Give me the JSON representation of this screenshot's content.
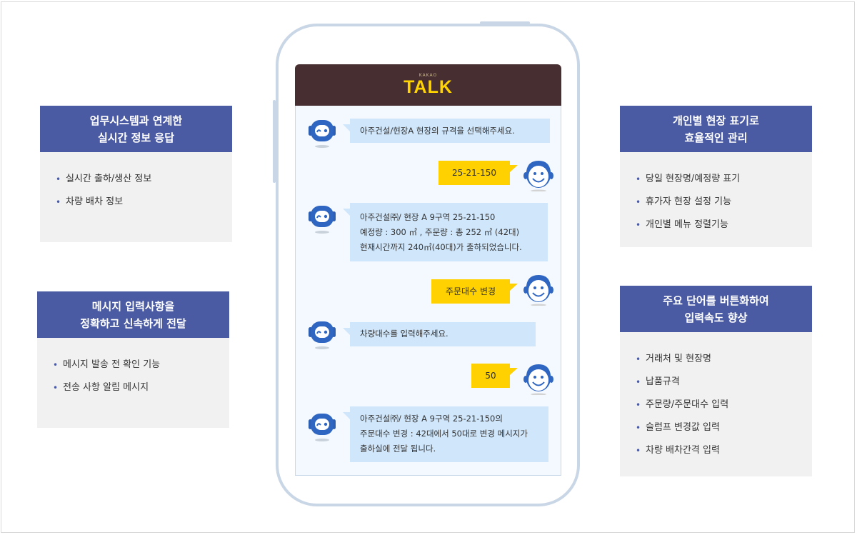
{
  "features": [
    {
      "title": "업무시스템과 연계한\n실시간 정보 응답",
      "items": [
        "실시간 출하/생산 정보",
        "차량 배차 정보"
      ]
    },
    {
      "title": "메시지 입력사항을\n정확하고 신속하게 전달",
      "items": [
        "메시지 발송 전 확인 기능",
        "전송 사항 알림 메시지"
      ]
    },
    {
      "title": "개인별 현장 표기로\n효율적인 관리",
      "items": [
        "당일 현장명/예정량 표기",
        "휴가자 현장 설정 기능",
        "개인별 메뉴 정렬기능"
      ]
    },
    {
      "title": "주요 단어를 버튼화하여\n입력속도 향상",
      "items": [
        "거래처 및 현장명",
        "납품규격",
        "주문량/주문대수 입력",
        "슬럼프 변경값 입력",
        "차량 배차간격 입력"
      ]
    }
  ],
  "phone": {
    "header_small": "KAKAO",
    "header_title": "TALK",
    "messages": [
      {
        "from": "bot",
        "lines": [
          "아주건설/현장A 현장의 규격을 선택해주세요."
        ]
      },
      {
        "from": "user",
        "text": "25-21-150"
      },
      {
        "from": "bot",
        "lines": [
          "아주건설㈜/ 현장 A 9구역 25-21-150",
          "예정량 : 300 ㎥ , 주문량 : 총 252 ㎥ (42대)",
          "현재시간까지 240㎥(40대)가 출하되었습니다."
        ]
      },
      {
        "from": "user",
        "text": "주문대수 변경"
      },
      {
        "from": "bot",
        "lines": [
          "차량대수를 입력해주세요."
        ]
      },
      {
        "from": "user",
        "text": "50"
      },
      {
        "from": "bot",
        "lines": [
          "아주건설㈜/ 현장 A 9구역 25-21-150의",
          "주문대수 변경 : 42대에서 50대로 변경 메시지가",
          "출하실에 전달 됩니다."
        ]
      }
    ]
  },
  "colors": {
    "accent_blue": "#4a5aa3",
    "talk_header": "#472e31",
    "talk_yellow": "#ffd400",
    "bot_bubble": "#cfe6fb",
    "user_bubble": "#ffd100"
  },
  "icons": {
    "bot": "robot-icon",
    "user": "smiley-face-icon"
  }
}
